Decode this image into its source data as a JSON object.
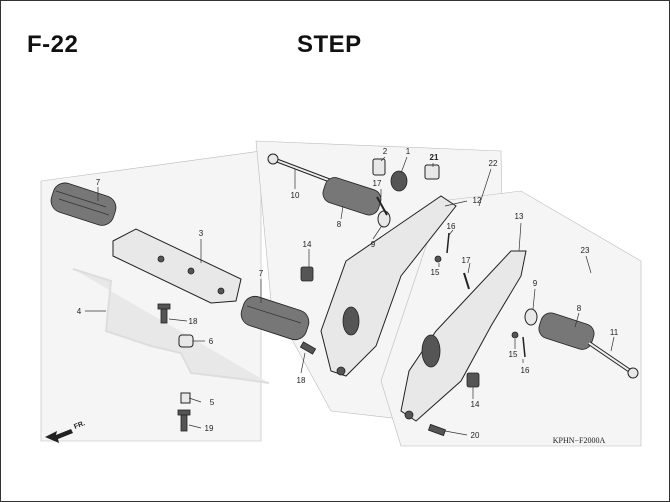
{
  "header": {
    "code": "F-22",
    "title": "STEP"
  },
  "reference_code": "KPHN−F2000A",
  "direction_label": "FR.",
  "callouts": {
    "c1": "1",
    "c2": "2",
    "c3": "3",
    "c4": "4",
    "c5": "5",
    "c6": "6",
    "c7a": "7",
    "c7b": "7",
    "c8a": "8",
    "c8b": "8",
    "c9a": "9",
    "c9b": "9",
    "c10": "10",
    "c11": "11",
    "c12": "12",
    "c13": "13",
    "c14a": "14",
    "c14b": "14",
    "c15a": "15",
    "c15b": "15",
    "c16a": "16",
    "c16b": "16",
    "c17a": "17",
    "c17b": "17",
    "c18a": "18",
    "c18b": "18",
    "c19": "19",
    "c20": "20",
    "c21": "21",
    "c22": "22",
    "c23": "23"
  }
}
